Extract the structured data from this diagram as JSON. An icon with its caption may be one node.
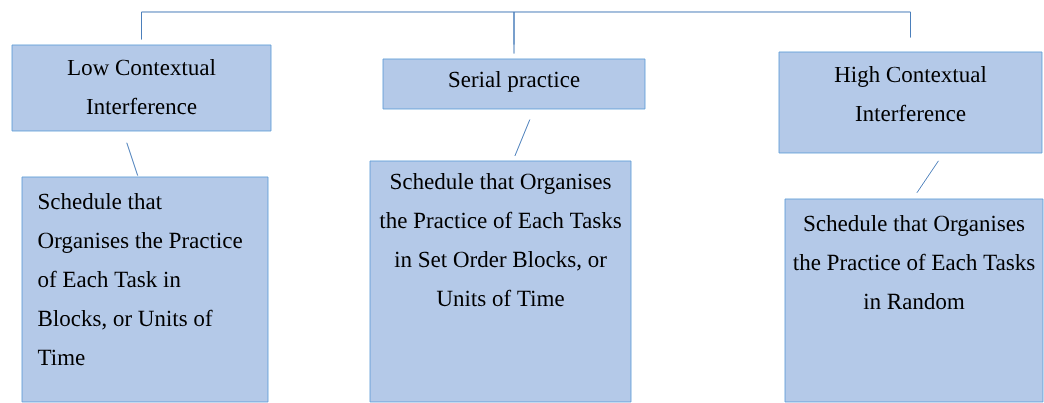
{
  "diagram": {
    "nodes": [
      {
        "text": [
          "Low Contextual Interference"
        ]
      },
      {
        "text": [
          "Serial practice"
        ]
      },
      {
        "text": [
          "High Contextual Interference"
        ]
      },
      {
        "text": [
          "Schedule that Organises the Practice of Each Task in Blocks, or Units of Time"
        ]
      },
      {
        "text": [
          "Schedule that Organises the Practice of Each Tasks in Set Order Blocks, or Units of Time"
        ]
      },
      {
        "text": [
          "Schedule that Organises the Practice of Each Tasks in Random"
        ]
      }
    ],
    "edges": [
      {
        "from": 0,
        "to": 1,
        "arrow": "none"
      },
      {
        "from": 1,
        "to": 2,
        "arrow": "none"
      },
      {
        "from": 0,
        "to": 3,
        "arrow": "none"
      },
      {
        "from": 1,
        "to": 4,
        "arrow": "none"
      },
      {
        "from": 2,
        "to": 5,
        "arrow": "none"
      }
    ]
  }
}
